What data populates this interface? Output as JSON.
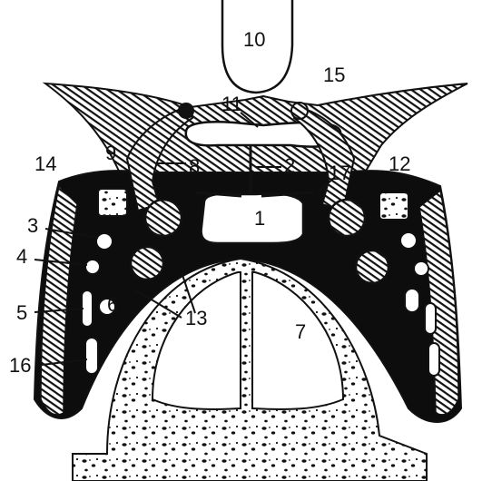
{
  "colors": {
    "ink": "#111111",
    "fill_dark": "#0d0d0d",
    "paper": "#ffffff"
  },
  "labels": {
    "l1": "1",
    "l2": "2",
    "l3": "3",
    "l4": "4",
    "l5": "5",
    "l6": "6",
    "l7": "7",
    "l8": "8",
    "l9": "9",
    "l10": "10",
    "l11": "11",
    "l12": "12",
    "l13": "13",
    "l14": "14",
    "l15": "15",
    "l16": "16",
    "l17": "17"
  }
}
